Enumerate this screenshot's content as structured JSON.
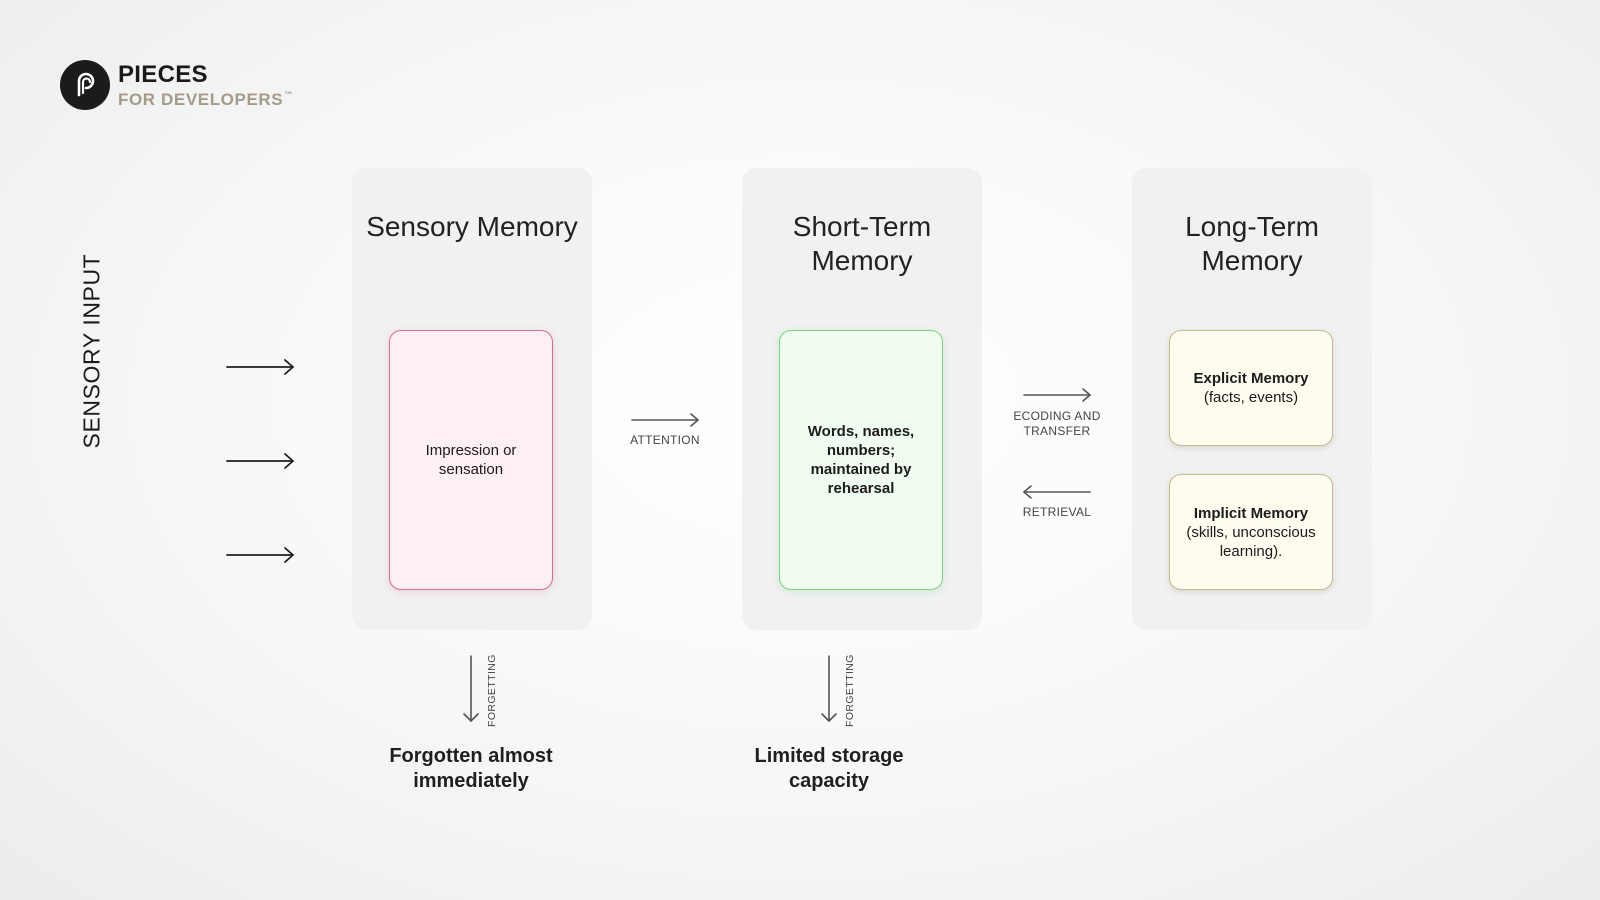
{
  "logo": {
    "title": "PIECES",
    "subtitle": "FOR DEVELOPERS",
    "tm": "™"
  },
  "sensory_input": "SENSORY INPUT",
  "panels": [
    {
      "title": "Sensory Memory",
      "card_text": "Impression or sensation",
      "forgetting": "FORGETTING",
      "bottom": "Forgotten almost immediately"
    },
    {
      "title": "Short-Term Memory",
      "card_text": "Words, names, numbers; maintained by rehearsal",
      "forgetting": "FORGETTING",
      "bottom": "Limited storage capacity"
    },
    {
      "title": "Long-Term Memory",
      "explicit": {
        "bold": "Explicit Memory",
        "rest": " (facts, events)"
      },
      "implicit": {
        "bold": "Implicit Memory",
        "rest": " (skills, unconscious learning)."
      }
    }
  ],
  "arrows": {
    "attention": "ATTENTION",
    "encoding": "ECODING AND TRANSFER",
    "retrieval": "RETRIEVAL"
  },
  "colors": {
    "pink_border": "#d76a8f",
    "green_border": "#7ad57f",
    "cream_border": "#c9b994",
    "logo_sub": "#a59b88"
  }
}
